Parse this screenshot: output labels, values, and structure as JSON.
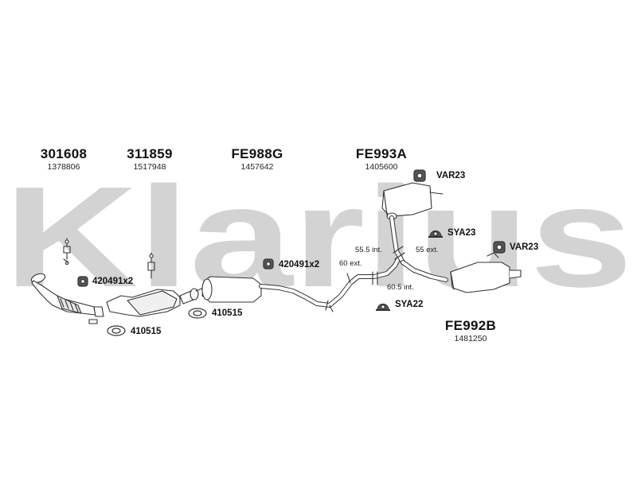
{
  "watermark": {
    "text": "Klarius",
    "color": "#cfcfcf"
  },
  "parts": [
    {
      "code": "301608",
      "ref": "1378806"
    },
    {
      "code": "311859",
      "ref": "1517948"
    },
    {
      "code": "FE988G",
      "ref": "1457642"
    },
    {
      "code": "FE993A",
      "ref": "1405600"
    },
    {
      "code": "FE992B",
      "ref": "1481250"
    }
  ],
  "fittings": [
    {
      "label": "420491x2"
    },
    {
      "label": "410515"
    },
    {
      "label": "410515"
    },
    {
      "label": "420491x2"
    },
    {
      "label": "VAR23"
    },
    {
      "label": "SYA23"
    },
    {
      "label": "VAR23"
    },
    {
      "label": "SYA22"
    }
  ],
  "dimensions": [
    {
      "label": "55.5 int."
    },
    {
      "label": "55 ext."
    },
    {
      "label": "60 ext."
    },
    {
      "label": "60.5 int."
    }
  ]
}
